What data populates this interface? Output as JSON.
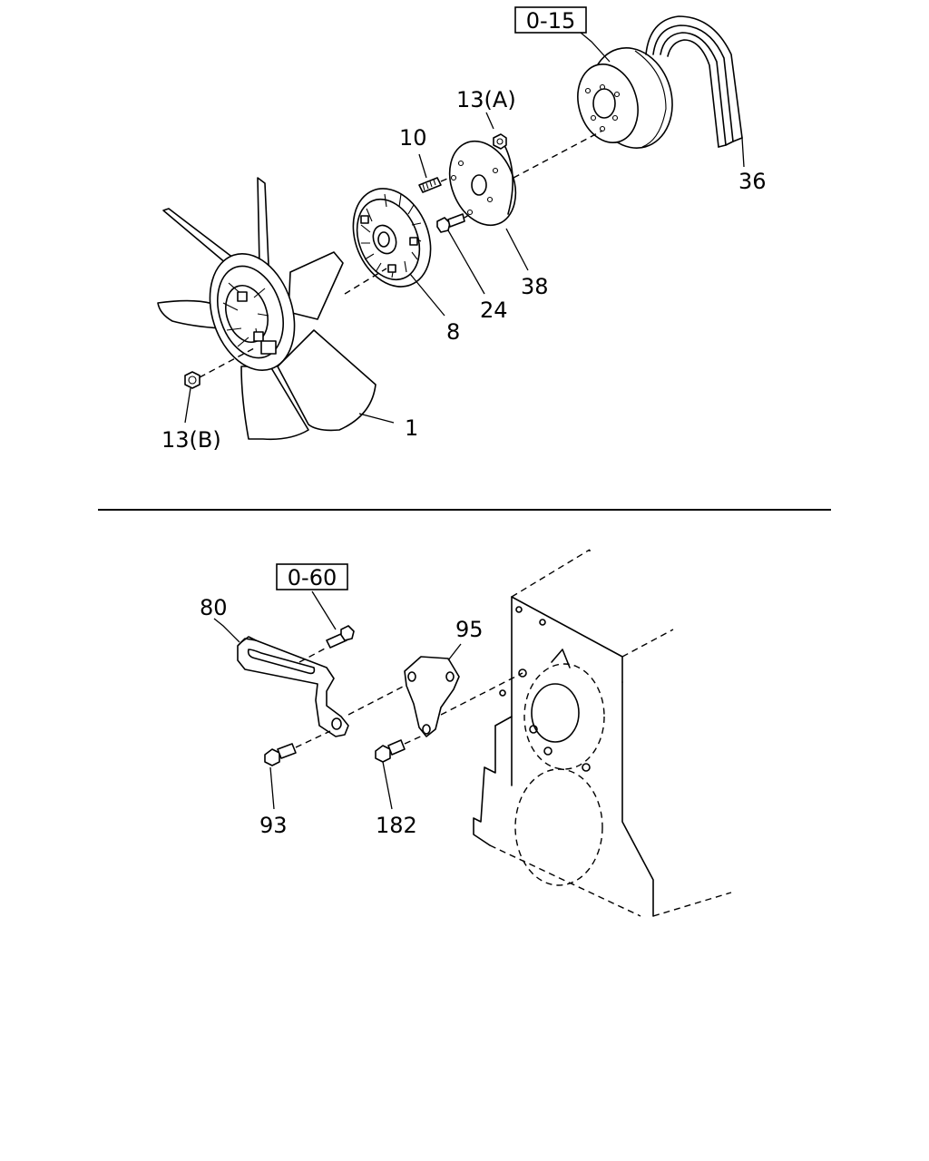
{
  "reference_boxes": {
    "upper": "0-15",
    "lower": "0-60"
  },
  "callouts": {
    "fan_blade": "1",
    "fan_clutch": "8",
    "stud": "10",
    "nut_a": "13(A)",
    "nut_b": "13(B)",
    "bolt_24": "24",
    "belt": "36",
    "spacer_plate": "38",
    "bracket_80": "80",
    "bolt_93": "93",
    "bracket_95": "95",
    "bolt_182": "182"
  }
}
